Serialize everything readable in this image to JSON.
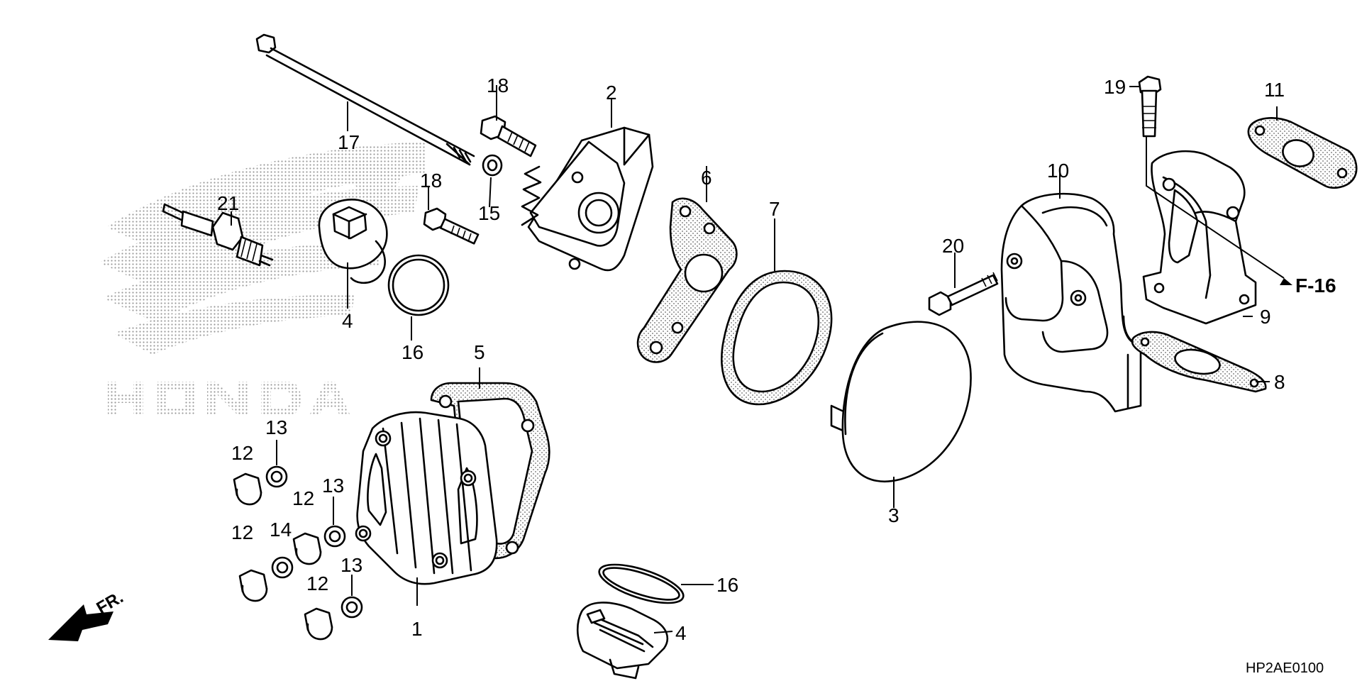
{
  "diagram": {
    "code": "HP2AE0100",
    "front_label": "FR.",
    "reference_label": "F-16",
    "watermark_text": "HONDA",
    "callouts": [
      "1",
      "2",
      "3",
      "4",
      "4",
      "5",
      "6",
      "7",
      "8",
      "9",
      "10",
      "11",
      "12",
      "12",
      "12",
      "12",
      "13",
      "13",
      "13",
      "14",
      "15",
      "16",
      "16",
      "17",
      "18",
      "18",
      "19",
      "20",
      "21"
    ]
  }
}
